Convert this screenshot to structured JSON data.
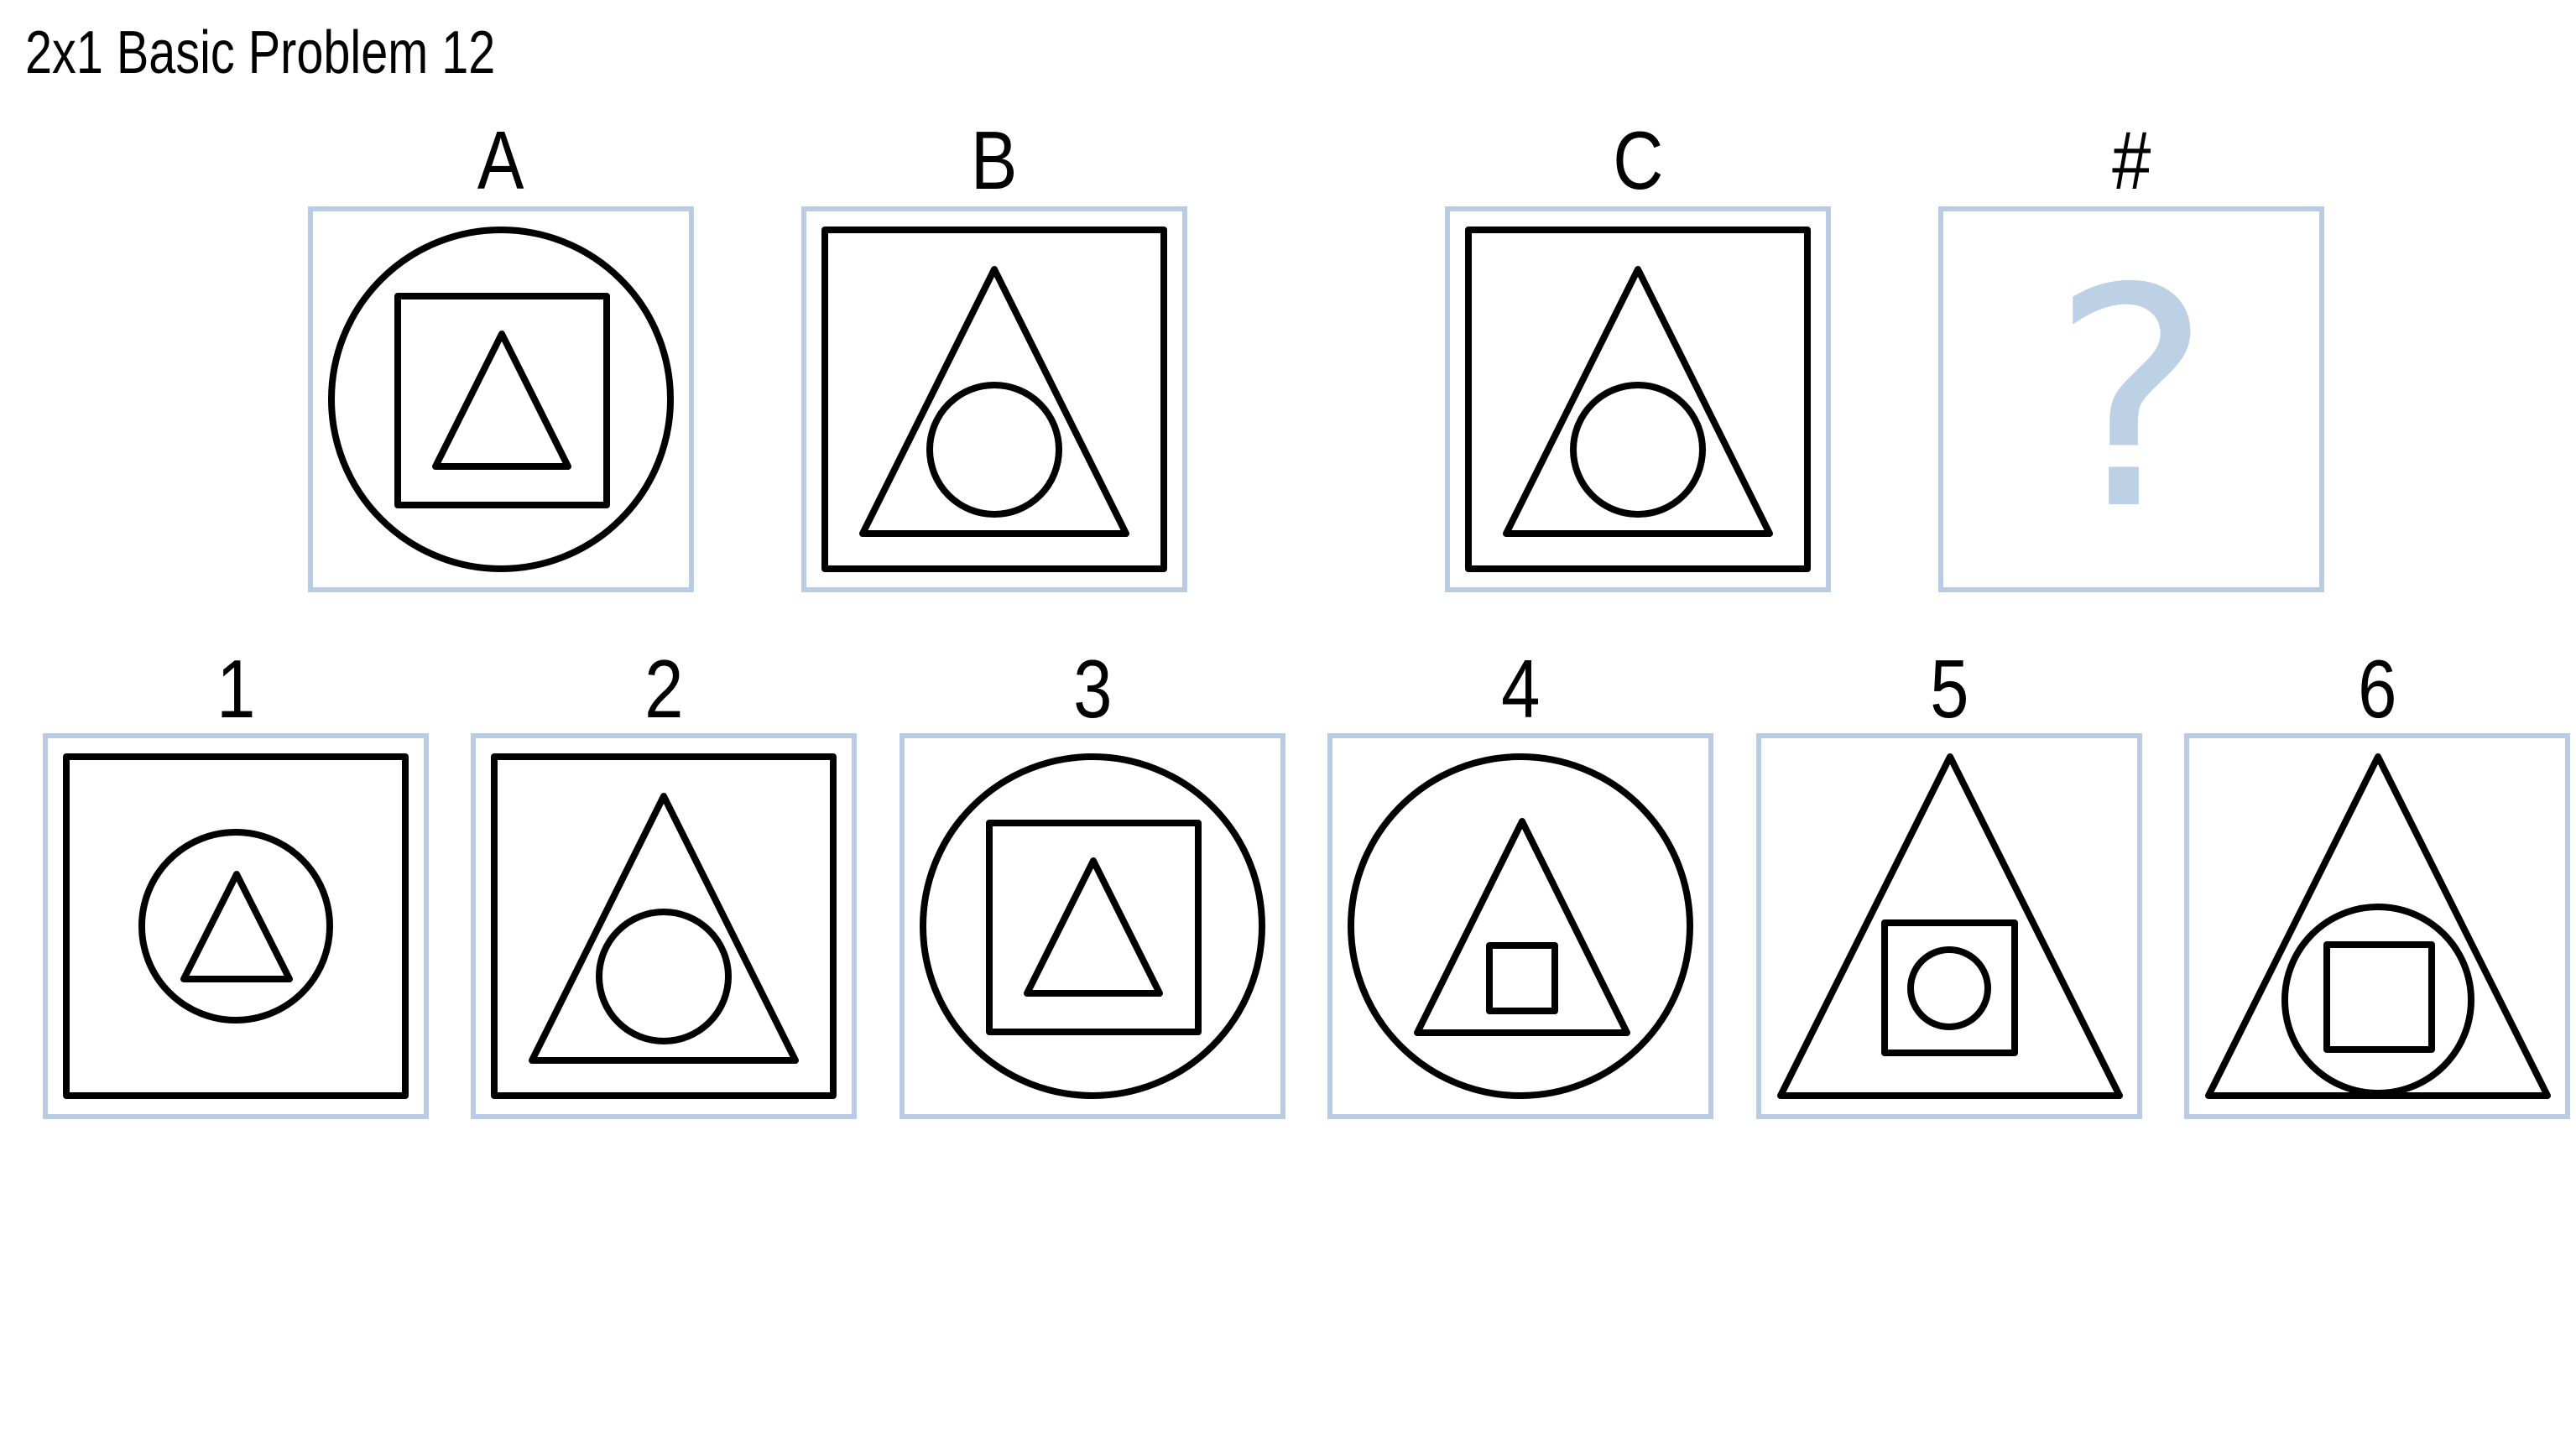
{
  "title": "2x1 Basic Problem 12",
  "problem": {
    "labels": [
      "A",
      "B",
      "C",
      "#"
    ],
    "unknown_symbol": "?"
  },
  "answers": {
    "labels": [
      "1",
      "2",
      "3",
      "4",
      "5",
      "6"
    ]
  },
  "colors": {
    "panel_border": "#b9cce3",
    "question_mark": "#bcd0e6",
    "stroke": "#000000"
  }
}
